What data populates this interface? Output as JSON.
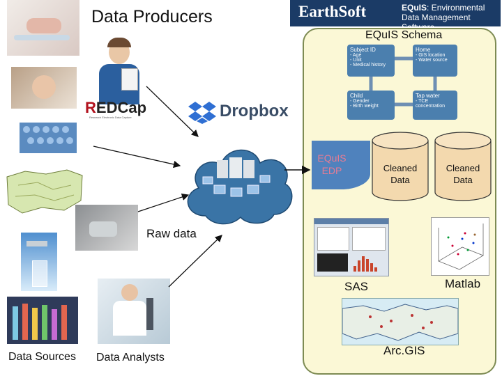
{
  "title": "Data Producers",
  "logo": {
    "brand_left": "Earth",
    "brand_right": "Soft",
    "product_name": "EQuIS",
    "product_suffix": ": Environmental",
    "product_line2": "Data Management Software"
  },
  "schema": {
    "title": "EQuIS Schema",
    "boxes": [
      {
        "heading": "Subject ID",
        "lines": [
          "- Age",
          "- Unit",
          "- Medical history"
        ]
      },
      {
        "heading": "Home",
        "lines": [
          "- GIS location",
          "- Water source"
        ]
      },
      {
        "heading": "Child",
        "lines": [
          "- Gender",
          "- Birth weight"
        ]
      },
      {
        "heading": "Tap water",
        "lines": [
          "- TCE concentration"
        ]
      }
    ]
  },
  "edp_label": "EQuIS EDP",
  "cleaned_data_1": "Cleaned Data",
  "cleaned_data_2": "Cleaned Data",
  "raw_data_label": "Raw data",
  "sas_label": "SAS",
  "matlab_label": "Matlab",
  "arcgis_label": "Arc.GIS",
  "data_sources_label": "Data Sources",
  "data_analysts_label": "Data Analysts",
  "redcap_logo": "REDCap",
  "redcap_tagline": "Research Electronic Data Capture",
  "dropbox_label": "Dropbox",
  "colors": {
    "panel_bg": "#fbf8d6",
    "panel_border": "#7d8b53",
    "cloud": "#3a74a6",
    "cylinder": "#f3d9ae",
    "edp": "#4f82bd",
    "edp_text": "#e77c94",
    "dropbox_blue": "#2f6fd3"
  }
}
